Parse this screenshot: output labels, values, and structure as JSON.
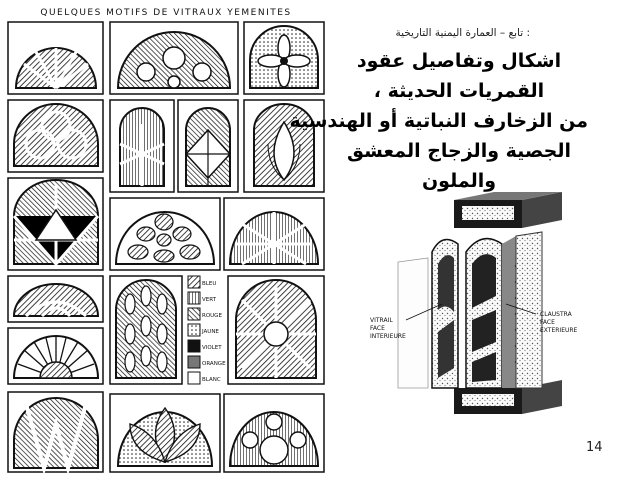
{
  "plate": {
    "header": "QUELQUES MOTIFS DE VITRAUX YEMENITES",
    "color_key": [
      "BLEU",
      "VERT",
      "ROUGE",
      "JAUNE",
      "VIOLET",
      "ORANGE",
      "BLANC"
    ]
  },
  "slide": {
    "subtitle": ": تابع – العمارة اليمنية التاريخية",
    "headline_lines": [
      "اشكال وتفاصيل عقود",
      "القمريات الحديثة ،",
      "من الزخارف النباتية أو الهندسية",
      "الجصية والزجاج المعشق",
      "والملون"
    ],
    "page_number": "14"
  },
  "section_drawing": {
    "label_left": [
      "VITRAIL",
      "FACE",
      "INTERIEURE"
    ],
    "label_right": [
      "CLAUSTRA",
      "FACE",
      "EXTERIEURE"
    ]
  }
}
